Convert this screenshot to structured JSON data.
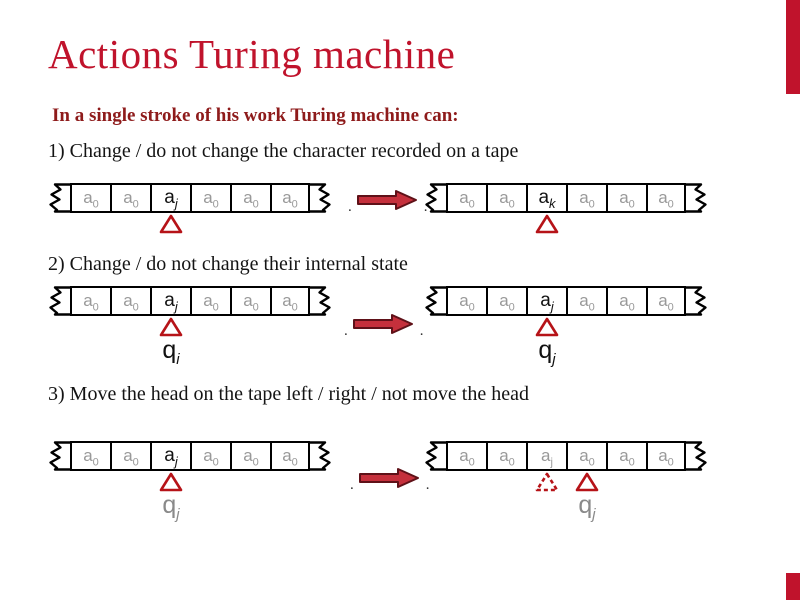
{
  "slide": {
    "title": "Actions Turing machine",
    "subtitle": "In a single stroke of his work Turing machine can:"
  },
  "items": [
    "1) Change / do not change the character recorded on a tape",
    "2) Change / do not change their internal state",
    "3) Move the head on the tape left / right / not move the head"
  ],
  "colors": {
    "accent_red": "#c0132c",
    "subtitle_red": "#8e1b1b",
    "arrow_fill": "#c5303c",
    "arrow_stroke": "#5f1118",
    "triangle_red": "#b61318",
    "cell_gray": "#999999",
    "cell_black": "#111111",
    "label_gray": "#8a8a8a"
  },
  "rows": [
    {
      "left": {
        "cells": [
          "a0",
          "a0",
          "aj",
          "a0",
          "a0",
          "a0"
        ],
        "emph": 2,
        "heads": [
          {
            "cell": 2,
            "style": "solid"
          }
        ],
        "labels": []
      },
      "arrow": {
        "dot_left": ".",
        "dot_right": "."
      },
      "right": {
        "cells": [
          "a0",
          "a0",
          "ak",
          "a0",
          "a0",
          "a0"
        ],
        "emph": 2,
        "heads": [
          {
            "cell": 2,
            "style": "solid"
          }
        ],
        "labels": []
      }
    },
    {
      "left": {
        "cells": [
          "a0",
          "a0",
          "aj",
          "a0",
          "a0",
          "a0"
        ],
        "emph": 2,
        "heads": [
          {
            "cell": 2,
            "style": "solid"
          }
        ],
        "labels": [
          {
            "cell": 2,
            "text": "qi",
            "color": "#111111"
          }
        ]
      },
      "arrow": {
        "dot_left": ".",
        "dot_right": "."
      },
      "right": {
        "cells": [
          "a0",
          "a0",
          "aj",
          "a0",
          "a0",
          "a0"
        ],
        "emph": 2,
        "heads": [
          {
            "cell": 2,
            "style": "solid"
          }
        ],
        "labels": [
          {
            "cell": 2,
            "text": "qj",
            "color": "#111111"
          }
        ]
      }
    },
    {
      "left": {
        "cells": [
          "a0",
          "a0",
          "aj",
          "a0",
          "a0",
          "a0"
        ],
        "emph": 2,
        "heads": [
          {
            "cell": 2,
            "style": "solid"
          }
        ],
        "labels": [
          {
            "cell": 2,
            "text": "qj",
            "color": "#8a8a8a"
          }
        ]
      },
      "arrow": {
        "dot_left": ".",
        "dot_right": "."
      },
      "right": {
        "cells": [
          "a0",
          "a0",
          "aj",
          "a0",
          "a0",
          "a0"
        ],
        "emph": -1,
        "heads": [
          {
            "cell": 2,
            "style": "dashed"
          },
          {
            "cell": 3,
            "style": "solid"
          }
        ],
        "labels": [
          {
            "cell": 3,
            "text": "qj",
            "color": "#8a8a8a"
          }
        ]
      }
    }
  ]
}
